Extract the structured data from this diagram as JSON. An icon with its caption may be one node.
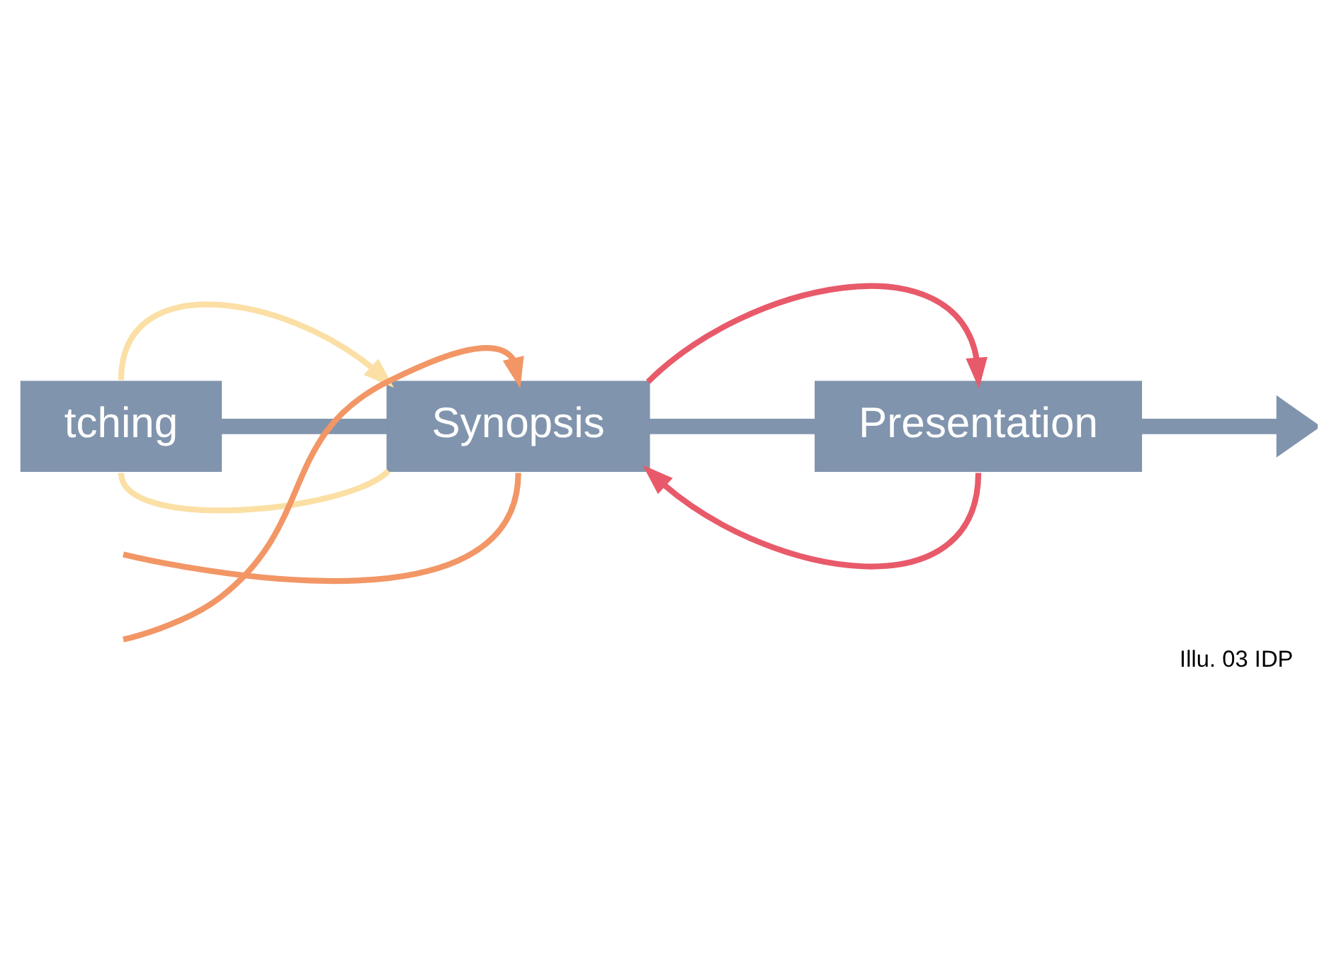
{
  "diagram": {
    "caption": "Illu. 03 IDP",
    "nodes": [
      {
        "text": [
          "tching"
        ]
      },
      {
        "text": [
          "Synopsis"
        ]
      },
      {
        "text": [
          "Presentation"
        ]
      }
    ],
    "edges": [
      {
        "from": 0,
        "to": 1,
        "arrow": "none",
        "style": "thick",
        "color": "#8094ad"
      },
      {
        "from": 1,
        "to": 2,
        "arrow": "none",
        "style": "thick",
        "color": "#8094ad"
      },
      {
        "from": 2,
        "to": null,
        "arrow": "to",
        "style": "thick",
        "color": "#8094ad"
      },
      {
        "from": 0,
        "to": 1,
        "arrow": "to",
        "color": "#fbdfa4"
      },
      {
        "from": 1,
        "to": 0,
        "arrow": "none",
        "color": "#fbdfa4"
      },
      {
        "from": 1,
        "to": 2,
        "arrow": "to",
        "color": "#e85a6a"
      },
      {
        "from": 2,
        "to": 1,
        "arrow": "to",
        "color": "#e85a6a"
      },
      {
        "from": null,
        "to": 1,
        "arrow": "to",
        "color": "#f29666"
      },
      {
        "from": 1,
        "to": null,
        "arrow": "none",
        "color": "#f29666"
      }
    ]
  }
}
